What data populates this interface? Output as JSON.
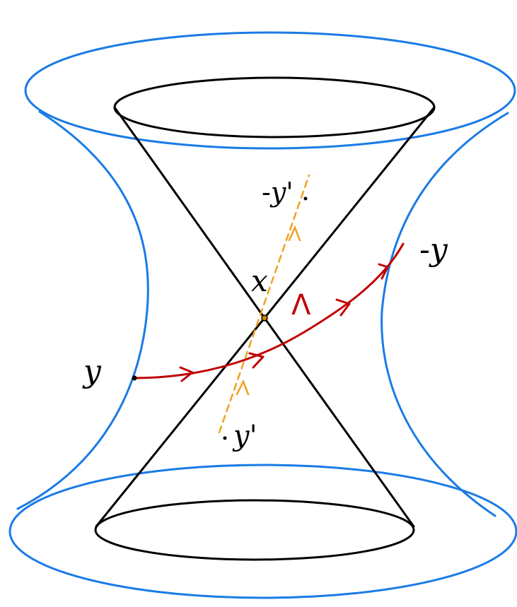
{
  "colors": {
    "hyperboloid": "#1a7be6",
    "cone": "#000000",
    "geodesic": "#c00000",
    "dashed_path": "#f0a020"
  },
  "labels": {
    "y": "y",
    "minus_y_right": "-y",
    "x": "x",
    "lambda": "Λ",
    "minus_y_prime": "-y'",
    "y_prime": "y'"
  }
}
